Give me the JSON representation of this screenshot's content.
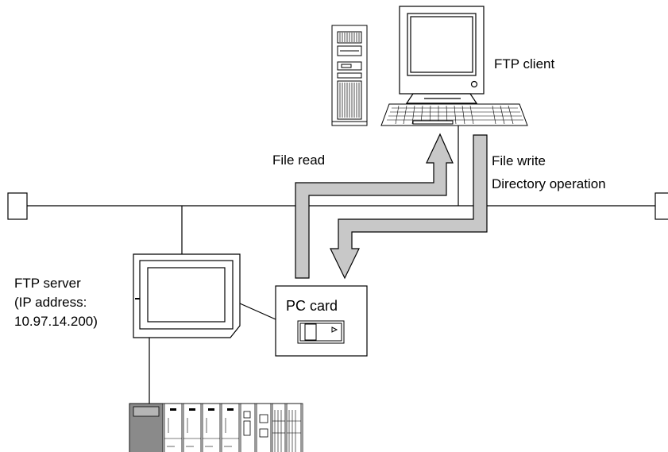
{
  "ftp_client": {
    "label": "FTP client"
  },
  "file_read": {
    "label": "File read"
  },
  "file_write": {
    "label": "File write",
    "sublabel": "Directory operation"
  },
  "ftp_server": {
    "line1": "FTP server",
    "line2": "(IP address:",
    "line3": "10.97.14.200)"
  },
  "pc_card": {
    "label": "PC card"
  },
  "colors": {
    "arrow_fill": "#c8c8c8",
    "stroke": "#000000",
    "background": "#ffffff"
  },
  "icons": [
    "tower-pc-icon",
    "monitor-icon",
    "keyboard-icon",
    "terminator-icon",
    "got-panel-icon",
    "pc-card-icon",
    "plc-rack-icon"
  ]
}
